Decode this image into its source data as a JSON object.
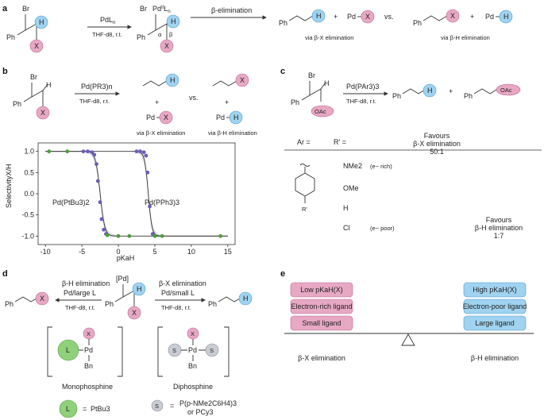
{
  "colors": {
    "pink": "#e7a8c4",
    "blue": "#9fd3f0",
    "green": "#8fd07a",
    "grey": "#c9ccd3",
    "purple": "#6a5fb3",
    "dotgreen": "#4c9e3a"
  },
  "panel_a": {
    "label": "a",
    "ph": "Ph",
    "br": "Br",
    "x": "X",
    "h": "H",
    "pd": "Pd",
    "reagent": "PdL",
    "reagent_sub": "n",
    "solvent": "THF-d8, r.t.",
    "pd_complex": "Pd",
    "pd_complex_sup": "II",
    "pd_complex_l": "L",
    "pd_complex_lsub": "n",
    "alpha": "α",
    "beta": "β",
    "step": "β-elimination",
    "plus": "+",
    "vs": "vs.",
    "caption_left": "via β-X elimination",
    "caption_right": "via β-H elimination"
  },
  "panel_b": {
    "label": "b",
    "reagent": "Pd(PR3)n",
    "solvent": "THF-d8, r.t.",
    "vs": "vs.",
    "caption_left": "via β-X elimination",
    "caption_right": "via β-H elimination",
    "series_label_1": "Pd(PtBu3)2",
    "series_label_2": "Pd(PPh3)3",
    "ylabel": "SelectivityX/H",
    "xlabel": "pKaH"
  },
  "panel_c": {
    "label": "c",
    "reagent": "Pd(PAr3)3",
    "solvent": "THF-d8, r.t.",
    "oac": "OAc",
    "ar_eq": "Ar =",
    "r_eq": "R′ =",
    "r_prime": "R′",
    "substituents": [
      "NMe2",
      "OMe",
      "H",
      "Cl"
    ],
    "rich": "(e− rich)",
    "poor": "(e− poor)",
    "favours_x": [
      "Favours",
      "β-X elimination",
      "50:1"
    ],
    "favours_h": [
      "Favours",
      "β-H elimination",
      "1:7"
    ]
  },
  "panel_d": {
    "label": "d",
    "left_step": "β-H elimination",
    "left_reagent": "Pd/large L",
    "right_step": "β-X elimination",
    "right_reagent": "Pd/small L",
    "solvent": "THF-d8, r.t.",
    "pd_bracket": "[Pd]",
    "bn": "Bn",
    "l": "L",
    "s": "S",
    "mono": "Monophosphine",
    "di": "Diphosphine",
    "eq": "=",
    "l_def": "PtBu3",
    "s_def_1": "P(p-NMe2C6H4)3",
    "s_def_2": "or PCy3"
  },
  "panel_e": {
    "label": "e",
    "left": [
      "Low pKaH(X)",
      "Electron-rich ligand",
      "Small ligand"
    ],
    "right": [
      "High pKaH(X)",
      "Electron-poor ligand",
      "Large ligand"
    ],
    "left_caption": "β-X elimination",
    "right_caption": "β-H elimination"
  },
  "chart_data": {
    "type": "scatter",
    "xlabel": "pKaH",
    "ylabel": "SelectivityX/H",
    "xlim": [
      -11,
      16
    ],
    "ylim": [
      -1.2,
      1.2
    ],
    "xticks": [
      -10,
      -5,
      0,
      5,
      10,
      15
    ],
    "yticks": [
      -1.0,
      -0.5,
      0.0,
      0.5,
      1.0
    ],
    "series": [
      {
        "name": "Pd(PtBu3)2",
        "color": "#6a5fb3",
        "x": [
          -4.8,
          -4.2,
          -3.6,
          -3.3,
          -3.0,
          -2.8,
          -2.5,
          -2.3,
          -2.0,
          -1.7
        ],
        "y": [
          1.0,
          1.0,
          0.98,
          0.92,
          0.7,
          0.3,
          -0.2,
          -0.6,
          -0.85,
          -0.95
        ]
      },
      {
        "name": "Pd(PPh3)3",
        "color": "#6a5fb3",
        "x": [
          2.5,
          3.0,
          3.5,
          3.8,
          4.0,
          4.3,
          4.7
        ],
        "y": [
          1.0,
          1.0,
          0.98,
          0.9,
          0.5,
          -0.3,
          -0.95
        ]
      },
      {
        "name": "",
        "color": "#4c9e3a",
        "x": [
          -9.5,
          -7,
          -1.5,
          0,
          1.5,
          5,
          6,
          14
        ],
        "y": [
          1.0,
          1.0,
          -0.98,
          -1.0,
          -1.0,
          -1.0,
          -1.0,
          -1.0
        ]
      }
    ]
  }
}
